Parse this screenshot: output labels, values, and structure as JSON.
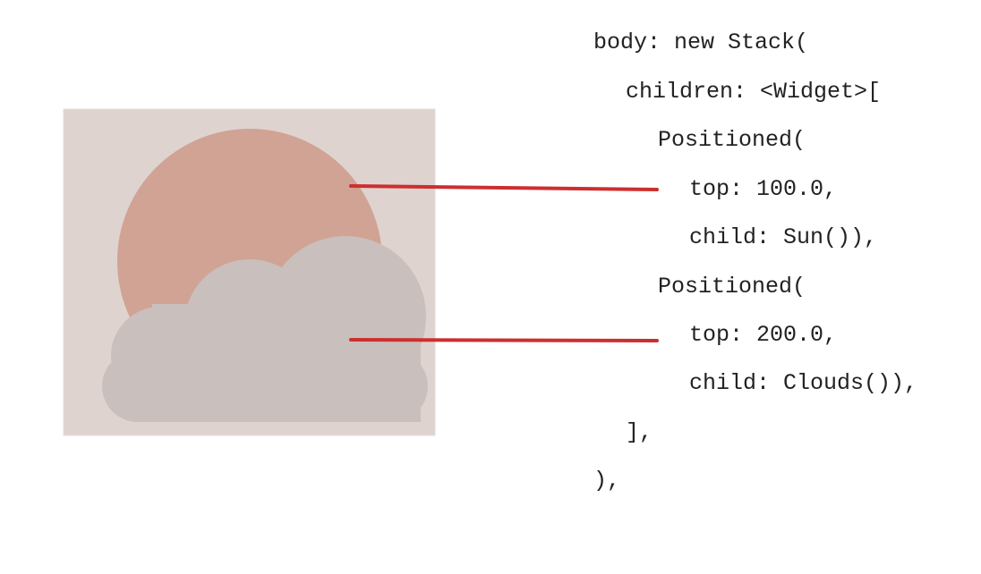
{
  "code_lines": [
    "body: new Stack(",
    "children: <Widget>[",
    "Positioned(",
    "top: 100.0,",
    "child: Sun()),",
    "Positioned(",
    "top: 200.0,",
    "child: Clouds()),",
    "],",
    "),"
  ],
  "colors": {
    "frame_bg": "#dfd3d0",
    "sun": "#d0a394",
    "cloud": "#c9bfbc",
    "pointer": "#cc2f2f",
    "code_text": "#222222"
  },
  "icons": {
    "sun": "sun-shape",
    "cloud": "cloud-shape"
  }
}
